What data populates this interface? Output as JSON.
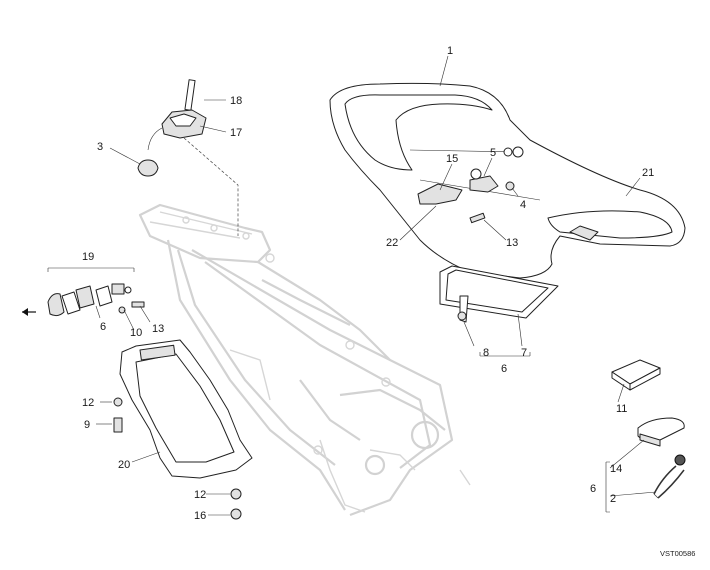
{
  "diagram": {
    "callouts": {
      "c1": "1",
      "c18": "18",
      "c17": "17",
      "c3": "3",
      "c15": "15",
      "c5": "5",
      "c4": "4",
      "c21": "21",
      "c22": "22",
      "c13a": "13",
      "c19": "19",
      "c6a": "6",
      "c10": "10",
      "c13b": "13",
      "c8": "8",
      "c7": "7",
      "c6b": "6",
      "c12a": "12",
      "c9": "9",
      "c20": "20",
      "c12b": "12",
      "c16": "16",
      "c11": "11",
      "c14": "14",
      "c6c": "6",
      "c2": "2"
    },
    "drawing_code": "VST00586"
  }
}
